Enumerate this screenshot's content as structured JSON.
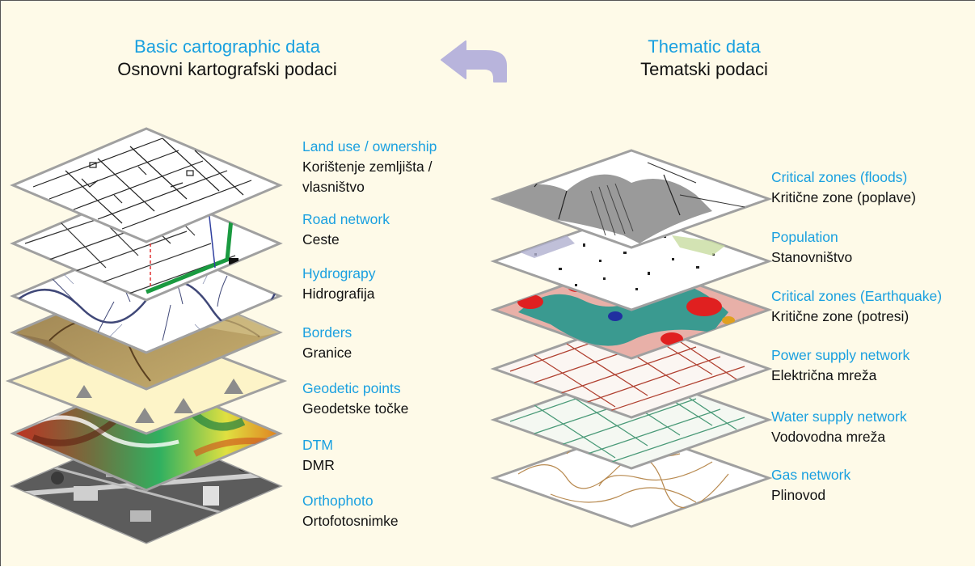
{
  "headers": {
    "left": {
      "en": "Basic cartographic data",
      "hr": "Osnovni kartografski podaci"
    },
    "right": {
      "en": "Thematic data",
      "hr": "Tematski podaci"
    }
  },
  "arrow_icon": "curved-left-arrow",
  "left_layers": [
    {
      "en": "Land use / ownership",
      "hr": "Korištenje zemljišta /",
      "hr2": "vlasništvo"
    },
    {
      "en": "Road network",
      "hr": "Ceste"
    },
    {
      "en": "Hydrograpy",
      "hr": "Hidrografija"
    },
    {
      "en": "Borders",
      "hr": "Granice"
    },
    {
      "en": "Geodetic points",
      "hr": "Geodetske točke"
    },
    {
      "en": "DTM",
      "hr": "DMR"
    },
    {
      "en": "Orthophoto",
      "hr": "Ortofotosnimke"
    }
  ],
  "right_layers": [
    {
      "en": "Critical zones (floods)",
      "hr": "Kritične zone (poplave)"
    },
    {
      "en": "Population",
      "hr": "Stanovništvo"
    },
    {
      "en": "Critical zones (Earthquake)",
      "hr": "Kritične zone (potresi)"
    },
    {
      "en": "Power supply network",
      "hr": "Električna mreža"
    },
    {
      "en": "Water supply network",
      "hr": "Vodovodna mreža"
    },
    {
      "en": "Gas network",
      "hr": "Plinovod"
    }
  ],
  "colors": {
    "background": "#fefae8",
    "english_text": "#1aa0e0",
    "layer_border": "#a0a0a0",
    "arrow": "#b8b4dc"
  }
}
